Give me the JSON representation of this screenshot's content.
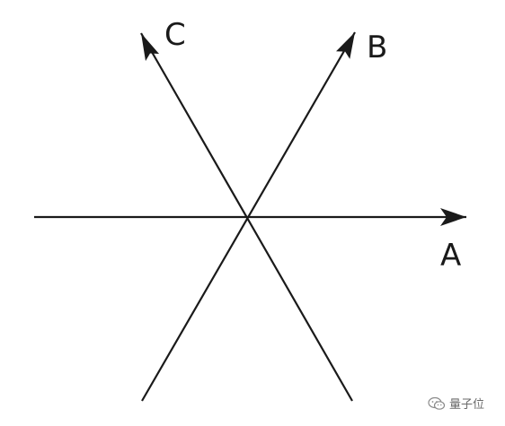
{
  "labels": {
    "a": "A",
    "b": "B",
    "c": "C"
  },
  "watermark": {
    "text": "量子位",
    "icon": "wechat-icon"
  },
  "colors": {
    "stroke": "#1a1a1a",
    "watermark": "#6a6a6a"
  }
}
